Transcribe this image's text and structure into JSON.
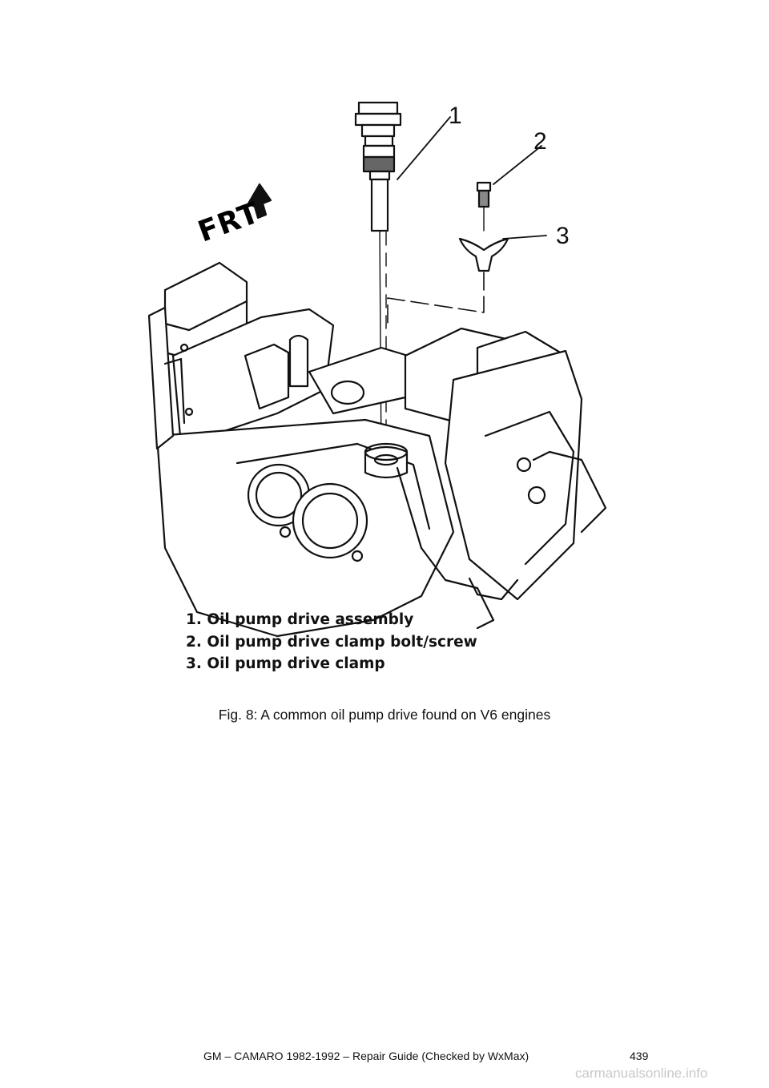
{
  "figure": {
    "callouts": [
      "1",
      "2",
      "3"
    ],
    "direction_label": "FRT",
    "legend": [
      "1. Oil pump drive assembly",
      "2. Oil pump drive clamp bolt/screw",
      "3. Oil pump drive clamp"
    ],
    "caption": "Fig. 8: A common oil pump drive found on V6 engines"
  },
  "footer": {
    "text": "GM – CAMARO 1982-1992 – Repair Guide (Checked by WxMax)",
    "page_number": "439"
  },
  "watermark": "carmanualsonline.info"
}
